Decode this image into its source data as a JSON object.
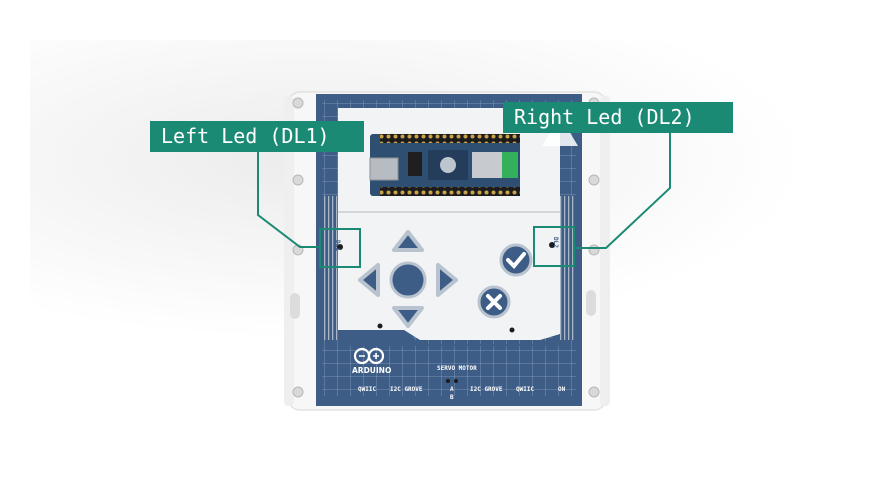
{
  "callouts": {
    "left_led": "Left Led (DL1)",
    "right_led": "Right Led (DL2)"
  },
  "board": {
    "brand": "ARDUINO",
    "connectors": {
      "qwiic_left": "QWIIC",
      "i2c_grove_left": "I2C GROVE",
      "servo_motor": "SERVO MOTOR",
      "i2c_grove_right": "I2C GROVE",
      "qwiic_right": "QWIIC",
      "on": "ON"
    },
    "servo_pins": {
      "a_sign": "A",
      "b_sign": "B"
    },
    "led_labels": {
      "dl1": "DL1",
      "dl2": "DL2"
    }
  },
  "colors": {
    "callout": "#1b8a74",
    "pcb_blue": "#3d5d86",
    "pcb_white": "#f2f3f4",
    "enclosure": "#f7f7f7",
    "nano_board": "#2f4f72"
  }
}
